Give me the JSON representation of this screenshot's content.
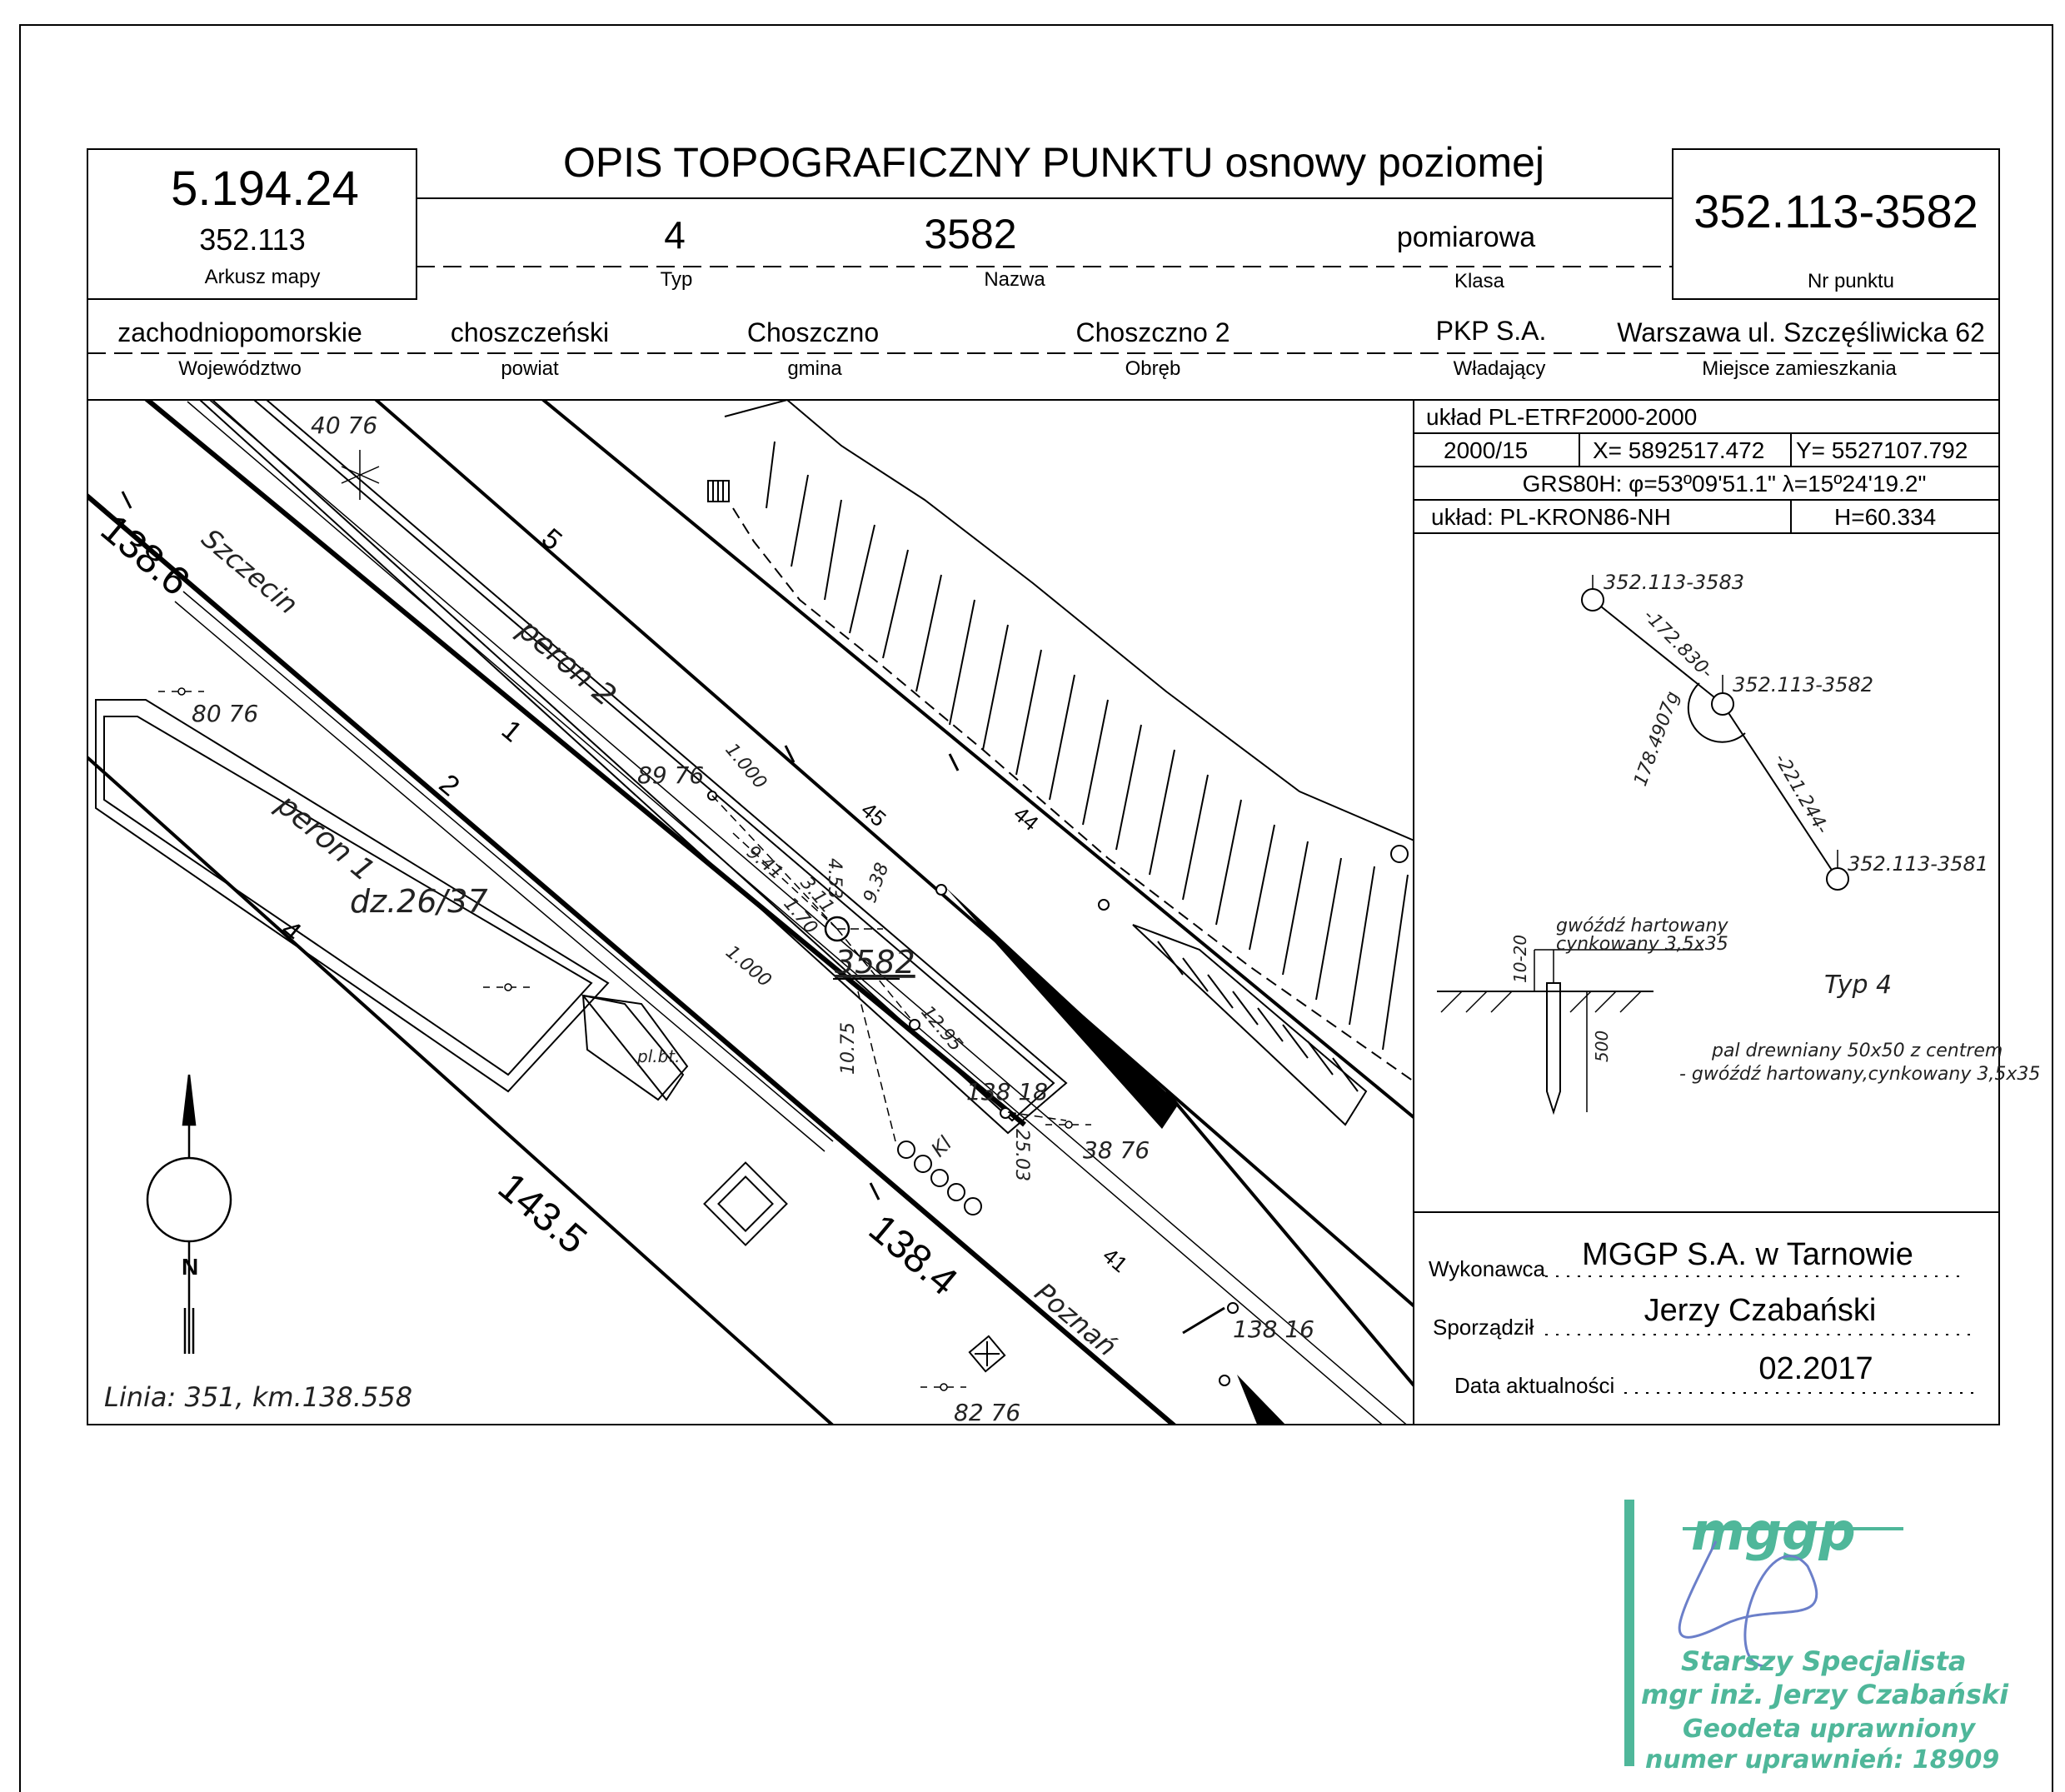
{
  "header": {
    "title": "OPIS TOPOGRAFICZNY PUNKTU osnowy poziomej",
    "sheet_code": "5.194.24",
    "sheet_sub": "352.113",
    "sheet_label": "Arkusz mapy",
    "typ_value": "4",
    "typ_label": "Typ",
    "nazwa_value": "3582",
    "nazwa_label": "Nazwa",
    "klasa_value": "pomiarowa",
    "klasa_label": "Klasa",
    "nr_value": "352.113-3582",
    "nr_label": "Nr punktu"
  },
  "admin": {
    "wojewodztwo": "zachodniopomorskie",
    "wojewodztwo_label": "Województwo",
    "powiat": "choszczeński",
    "powiat_label": "powiat",
    "gmina": "Choszczno",
    "gmina_label": "gmina",
    "obreb": "Choszczno 2",
    "obreb_label": "Obręb",
    "wladajacy": "PKP S.A.",
    "wladajacy_label": "Władający",
    "miejsce": "Warszawa ul. Szczęśliwicka 62",
    "miejsce_label": "Miejsce zamieszkania"
  },
  "coords": {
    "system": "układ PL-ETRF2000-2000",
    "zone": "2000/15",
    "x": "X= 5892517.472",
    "y": "Y= 5527107.792",
    "geo": "GRS80H: φ=53º09'51.1\" λ=15º24'19.2\"",
    "height_system": "układ: PL-KRON86-NH",
    "h": "H=60.334"
  },
  "sketch": {
    "p3583": "352.113-3583",
    "p3582": "352.113-3582",
    "p3581": "352.113-3581",
    "d1": "-172.830-",
    "d2": "-221.244-",
    "angle": "178.4907g",
    "nail1": "gwóźdź hartowany",
    "nail2": "cynkowany 3,5x35",
    "dim1": "10-20",
    "dim2": "500",
    "typ": "Typ 4",
    "pal1": "pal drewniany 50x50 z centrem",
    "pal2": "- gwóźdź hartowany,cynkowany 3,5x35"
  },
  "footer": {
    "wykonawca_label": "Wykonawca",
    "wykonawca": "MGGP S.A.  w Tarnowie",
    "sporzadzil_label": "Sporządził",
    "sporzadzil": "Jerzy Czabański",
    "data_label": "Data aktualności",
    "data": "02.2017"
  },
  "map": {
    "h4076": "40 76",
    "h8076": "80 76",
    "h8976": "89 76",
    "h3876": "38 76",
    "h8276": "82 76",
    "h13818": "138 18",
    "h13816": "138 16",
    "km1386": "138.6",
    "km1384": "138.4",
    "km1435": "143.5",
    "szczecin": "Szczecin",
    "poznan": "Poznań",
    "peron1": "peron 1",
    "peron2": "peron 2",
    "dz": "dz.26/37",
    "pt": "3582",
    "line_info": "Linia: 351, km.138.558",
    "tr1": "1",
    "tr2": "2",
    "tr4": "4",
    "tr5": "5",
    "tr41": "41",
    "tr44": "44",
    "tr45": "45",
    "m1000a": "1.000",
    "m1000b": "1.000",
    "m941": "9.41",
    "m453": "4.53",
    "m311": "3.11",
    "m170": "1.70",
    "m938": "9.38",
    "m1295": "12.95",
    "m1075": "10.75",
    "m2503": "25.03",
    "kl": "Kl",
    "plbt": "pl.bt.",
    "north": "N"
  },
  "stamp": {
    "logo": "mggp",
    "line1": "Starszy Specjalista",
    "line2": "mgr inż. Jerzy Czabański",
    "line3": "Geodeta uprawniony",
    "line4": "numer uprawnień: 18909"
  }
}
